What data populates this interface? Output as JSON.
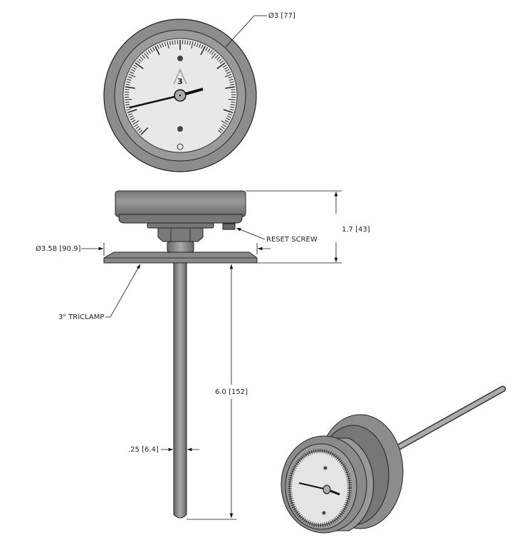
{
  "dimensions": {
    "dial_diameter": "Ø3 [77]",
    "overall_height": "1.7 [43]",
    "reset_screw": "RESET SCREW",
    "flange_diameter": "Ø3.58 [90.9]",
    "triclamp": "3\" TRICLAMP",
    "stem_length": "6.0 [152]",
    "stem_diameter": ".25 [6.4]"
  },
  "dial": {
    "logo_number": "3"
  },
  "colors": {
    "body": "#8a8a8a",
    "dark": "#555555",
    "face": "#e6e6e6",
    "line": "#111111"
  }
}
